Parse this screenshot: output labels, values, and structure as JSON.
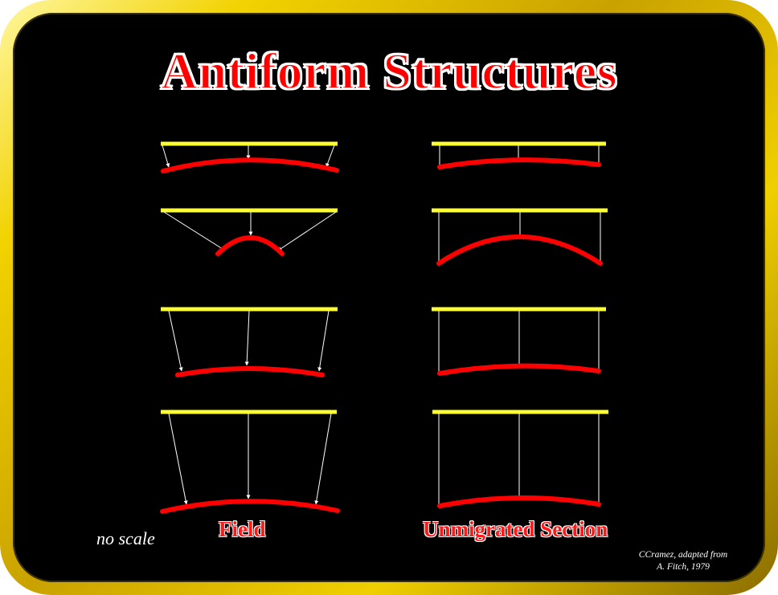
{
  "title": "Antiform Structures",
  "labels": {
    "field": "Field",
    "unmigrated": "Unmigrated Section",
    "no_scale": "no scale"
  },
  "credit": {
    "line1": "CCramez, adapted from",
    "line2": "A. Fitch, 1979"
  },
  "colors": {
    "background": "#000000",
    "frame": "#f2d200",
    "surface": "#ffff33",
    "reflector": "#ff0000",
    "rays": "#ffffff"
  }
}
